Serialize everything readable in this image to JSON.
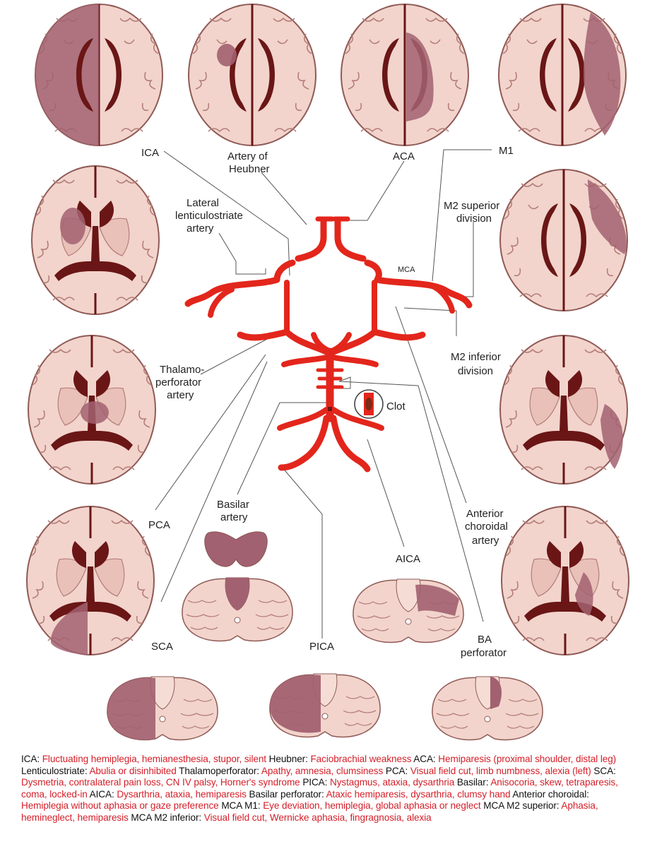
{
  "colors": {
    "tissue": "#f2d4cc",
    "tissue_stroke": "#8f5a56",
    "ventricle": "#6a1616",
    "infarct": "#a26170",
    "artery": "#e3261c",
    "legend_text": "#111111",
    "legend_red": "#d4202a"
  },
  "labels": {
    "ica": "ICA",
    "heubner_1": "Artery of",
    "heubner_2": "Heubner",
    "aca": "ACA",
    "m1": "M1",
    "lateral_1": "Lateral",
    "lateral_2": "lenticulostriate",
    "lateral_3": "artery",
    "m2sup_1": "M2 superior",
    "m2sup_2": "division",
    "mca": "MCA",
    "m2inf_1": "M2 inferior",
    "m2inf_2": "division",
    "thalamo_1": "Thalamo-",
    "thalamo_2": "perforator",
    "thalamo_3": "artery",
    "clot": "Clot",
    "pca": "PCA",
    "basilar_1": "Basilar",
    "basilar_2": "artery",
    "anterior_1": "Anterior",
    "anterior_2": "choroidal",
    "anterior_3": "artery",
    "aica": "AICA",
    "sca": "SCA",
    "pica": "PICA",
    "ba_1": "BA",
    "ba_2": "perforator"
  },
  "legend": [
    {
      "term": "ICA:",
      "desc": "Fluctuating hemiplegia, hemianesthesia, stupor, silent"
    },
    {
      "term": "Heubner:",
      "desc": "Faciobrachial weakness"
    },
    {
      "term": "ACA:",
      "desc": "Hemiparesis (proximal shoulder, distal leg)"
    },
    {
      "term": "Lenticulostriate:",
      "desc": "Abulia or disinhibited"
    },
    {
      "term": "Thalamoperforator:",
      "desc": "Apathy, amnesia, clumsiness"
    },
    {
      "term": "PCA:",
      "desc": "Visual field cut, limb numbness, alexia (left)"
    },
    {
      "term": "SCA:",
      "desc": "Dysmetria, contralateral pain loss, CN IV palsy, Horner's syndrome"
    },
    {
      "term": "PICA:",
      "desc": "Nystagmus, ataxia, dysarthria"
    },
    {
      "term": "Basilar:",
      "desc": "Anisocoria, skew, tetraparesis, coma, locked-in"
    },
    {
      "term": "AICA:",
      "desc": "Dysarthria, ataxia, hemiparesis"
    },
    {
      "term": "Basilar perforator:",
      "desc": "Ataxic hemiparesis, dysarthria, clumsy hand"
    },
    {
      "term": "Anterior choroidal:",
      "desc": "Hemiplegia without aphasia or gaze preference"
    },
    {
      "term": "MCA M1:",
      "desc": "Eye deviation, hemiplegia, global aphasia or neglect"
    },
    {
      "term": "MCA M2 superior:",
      "desc": "Aphasia, hemineglect, hemiparesis"
    },
    {
      "term": "MCA M2 inferior:",
      "desc": "Visual field cut, Wernicke aphasia, fingragnosia, alexia"
    }
  ]
}
